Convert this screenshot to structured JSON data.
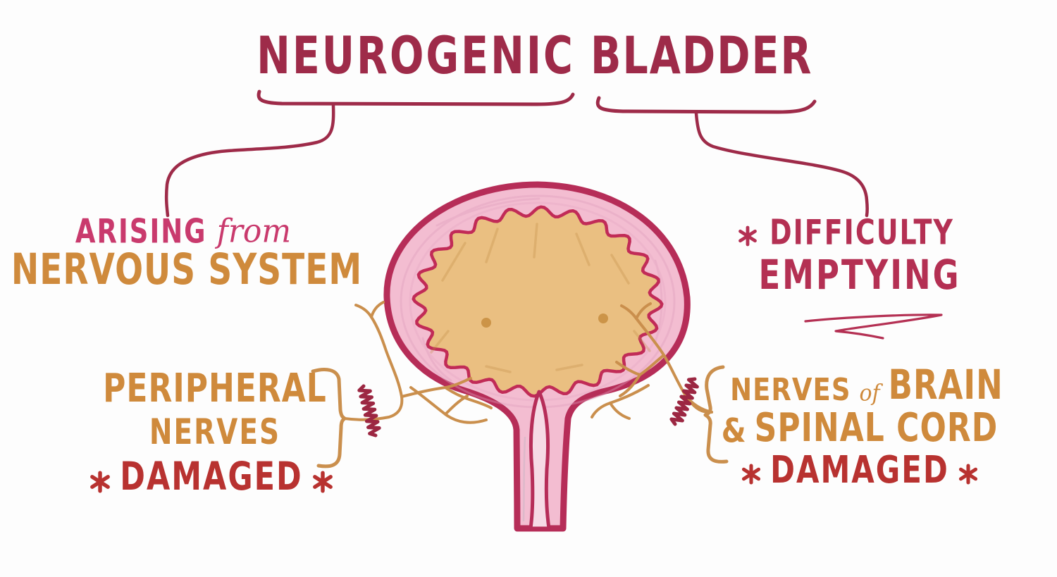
{
  "figure": {
    "title": {
      "word_left": "NEUROGENIC",
      "word_right": "BLADDER"
    },
    "definition": {
      "accent": "ARISING",
      "connector_word": "from",
      "line2": "NERVOUS SYSTEM"
    },
    "symptom": {
      "line1": "DIFFICULTY",
      "line2": "EMPTYING"
    },
    "left_cause": {
      "line1": "PERIPHERAL",
      "line2": "NERVES",
      "status": "DAMAGED"
    },
    "right_cause": {
      "word_nerves": "NERVES",
      "word_of": "of",
      "word_brain": "BRAIN",
      "word_amp": "&",
      "word_spinal": "SPINAL CORD",
      "status": "DAMAGED"
    },
    "illustration_subject": "urinary bladder with urethra and damaged nerves"
  },
  "icons": {
    "damage_marker": "asterisk-icon"
  },
  "colors": {
    "background": "#fdfdfd",
    "maroon": "#9e2b49",
    "pink_accent": "#c93a6d",
    "orange": "#cf8a3c",
    "crimson": "#b43053",
    "red": "#b83230",
    "bladder_outline": "#b62d58",
    "bladder_wall": "#f3bdd1",
    "wall_texture": "#e0a0be",
    "bladder_inner": "#eabf81",
    "inner_texture": "#c08b45",
    "scallop": "#c12b57",
    "lumen_fill": "#f6dae5",
    "dot": "#cc9448",
    "nerve": "#ca8f4d",
    "squiggle": "#9c2742"
  }
}
